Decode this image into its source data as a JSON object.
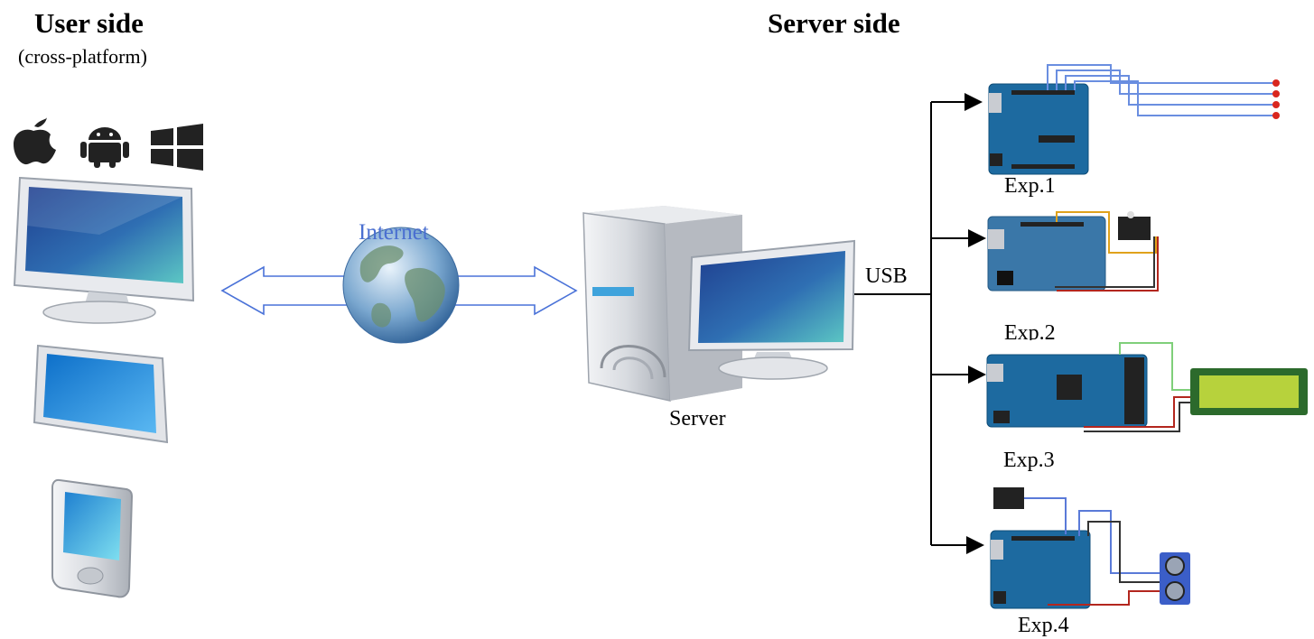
{
  "user_side": {
    "heading": "User side",
    "subheading": "(cross-platform)"
  },
  "server_side": {
    "heading": "Server side"
  },
  "internet_label": "Internet",
  "server_label": "Server",
  "usb_label": "USB",
  "experiments": [
    "Exp.1",
    "Exp.2",
    "Exp.3",
    "Exp.4"
  ],
  "os_icons": [
    "apple-icon",
    "android-icon",
    "windows-icon"
  ],
  "colors": {
    "arrow_outline": "#4a72d8",
    "internet_text": "#4a6fd0",
    "arduino_board": "#1d6aa0",
    "monitor_screen": "#2a4f9a",
    "lcd_screen": "#b7d23c"
  }
}
